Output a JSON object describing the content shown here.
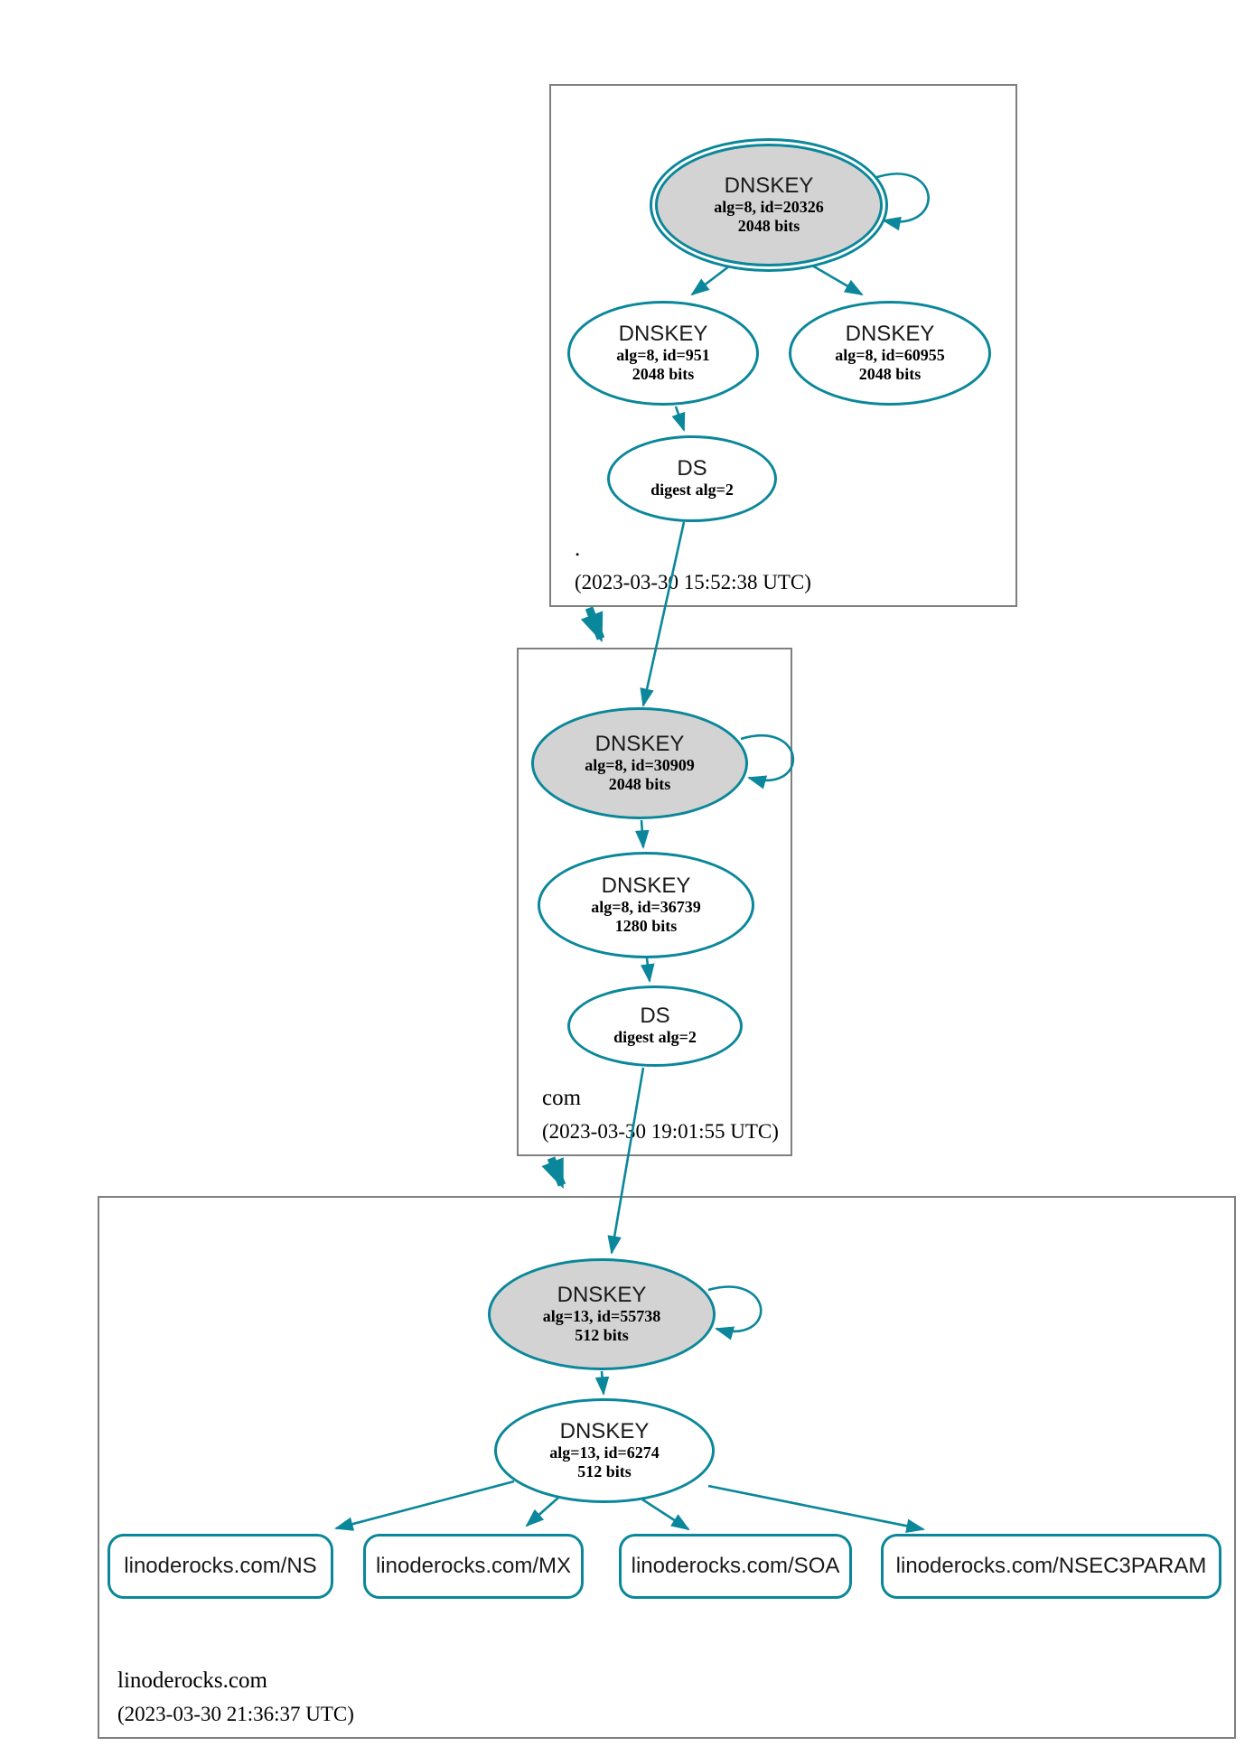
{
  "colors": {
    "edge": "#0a879a",
    "sep_key_fill": "#d3d3d3",
    "node_fill": "#ffffff",
    "zone_border": "#7f7f7f",
    "text": "#000000",
    "background": "#ffffff"
  },
  "diagram": {
    "type": "dnssec-authentication-chain",
    "zones": [
      {
        "label": ".",
        "timestamp": "(2023-03-30 15:52:38 UTC)",
        "keys": [
          {
            "title": "DNSKEY",
            "detail": "alg=8, id=20326",
            "size": "2048 bits"
          },
          {
            "title": "DNSKEY",
            "detail": "alg=8, id=951",
            "size": "2048 bits"
          },
          {
            "title": "DNSKEY",
            "detail": "alg=8, id=60955",
            "size": "2048 bits"
          },
          {
            "title": "DS",
            "detail": "digest alg=2"
          }
        ]
      },
      {
        "label": "com",
        "timestamp": "(2023-03-30 19:01:55 UTC)",
        "keys": [
          {
            "title": "DNSKEY",
            "detail": "alg=8, id=30909",
            "size": "2048 bits"
          },
          {
            "title": "DNSKEY",
            "detail": "alg=8, id=36739",
            "size": "1280 bits"
          },
          {
            "title": "DS",
            "detail": "digest alg=2"
          }
        ]
      },
      {
        "label": "linoderocks.com",
        "timestamp": "(2023-03-30 21:36:37 UTC)",
        "keys": [
          {
            "title": "DNSKEY",
            "detail": "alg=13, id=55738",
            "size": "512 bits"
          },
          {
            "title": "DNSKEY",
            "detail": "alg=13, id=6274",
            "size": "512 bits"
          }
        ],
        "rrsets": [
          {
            "label": "linoderocks.com/NS"
          },
          {
            "label": "linoderocks.com/MX"
          },
          {
            "label": "linoderocks.com/SOA"
          },
          {
            "label": "linoderocks.com/NSEC3PARAM"
          }
        ]
      }
    ]
  }
}
